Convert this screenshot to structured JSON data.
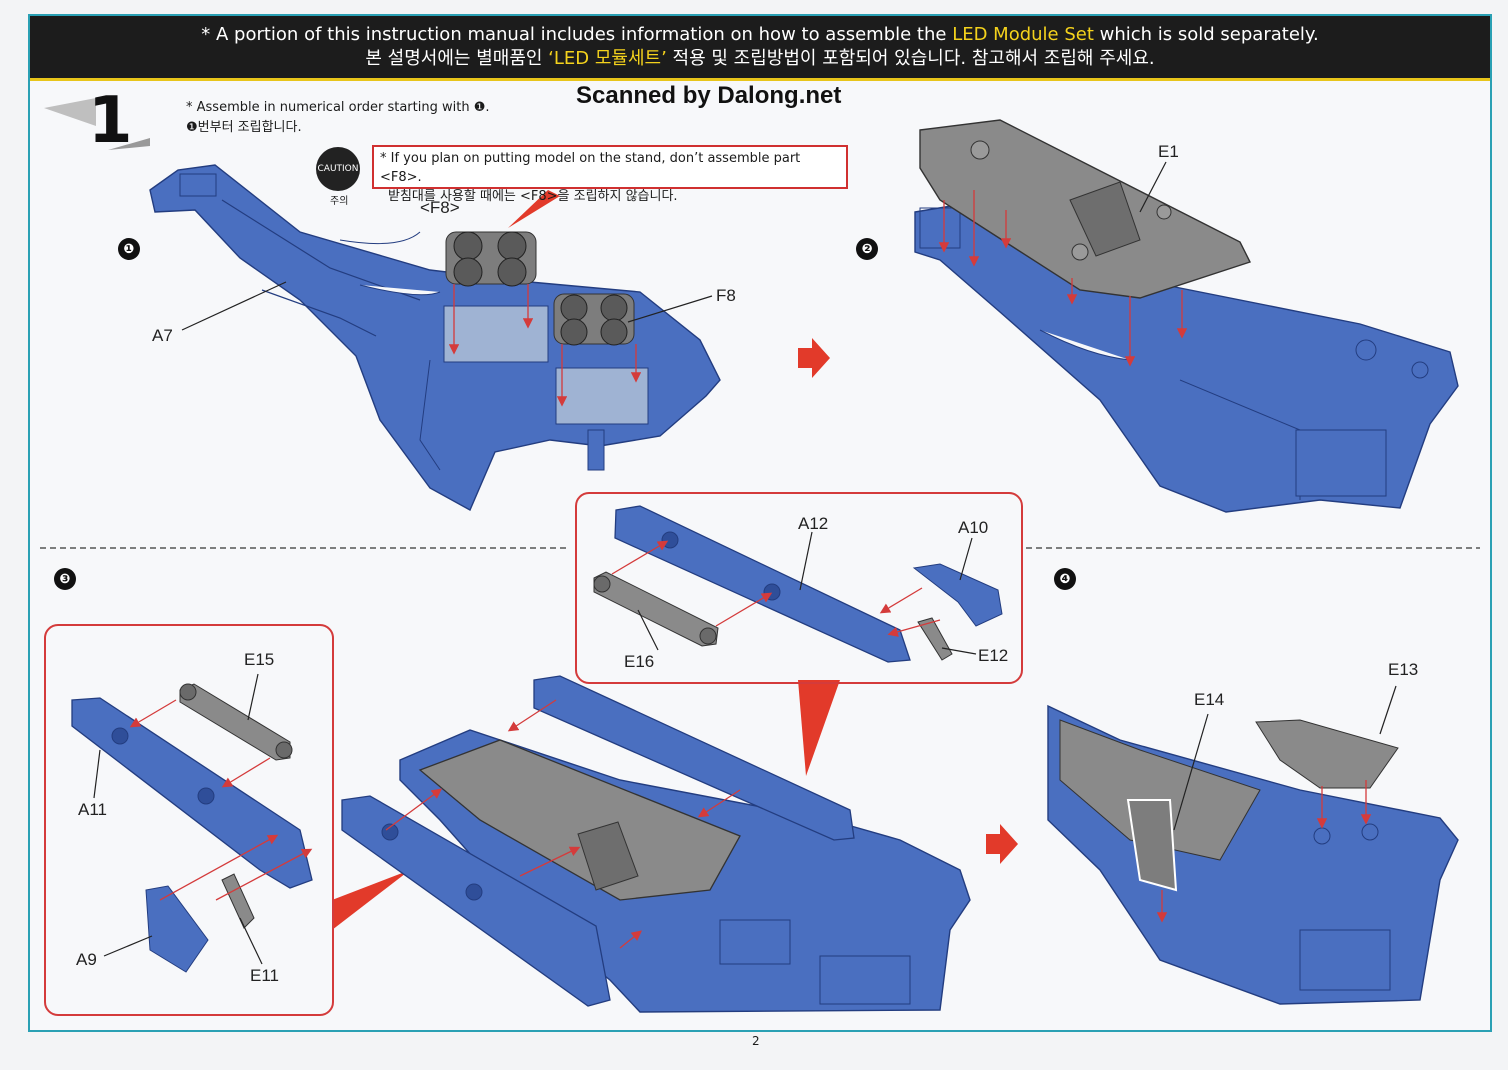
{
  "banner": {
    "line1_pre": "* A portion of this instruction manual includes information on how to assemble the ",
    "line1_highlight": "LED Module Set",
    "line1_post": " which is sold separately.",
    "line2_pre": "본 설명서에는 별매품인 ",
    "line2_highlight": "‘LED 모듈세트’",
    "line2_post": " 적용 및 조립방법이 포함되어 있습니다. 참고해서 조립해 주세요."
  },
  "step": {
    "number": "1"
  },
  "order_note": {
    "en": "* Assemble in numerical order starting with ❶.",
    "ko": "❶번부터 조립합니다."
  },
  "watermark": "Scanned by Dalong.net",
  "caution": {
    "badge": "CAUTION",
    "badge_sub": "주의",
    "en": "* If you plan on putting model on the stand, don’t assemble part <F8>.",
    "ko": "받침대를 사용할 때에는 <F8>을 조립하지 않습니다."
  },
  "substeps": [
    "❶",
    "❷",
    "❸",
    "❹"
  ],
  "parts": {
    "f8_bracket": "<F8>",
    "f8": "F8",
    "a7": "A7",
    "e1": "E1",
    "a12": "A12",
    "a10": "A10",
    "e16": "E16",
    "e12": "E12",
    "e15": "E15",
    "a11": "A11",
    "a9": "A9",
    "e11": "E11",
    "e13": "E13",
    "e14": "E14"
  },
  "page_number": "2",
  "colors": {
    "part_blue": "#4a6fc0",
    "part_blue_dark": "#2f4e99",
    "part_gray": "#8a8a8a",
    "part_gray_dark": "#5b5b5b",
    "callout_red": "#d43b3b",
    "arrow_red": "#e23a2a",
    "banner_yellow": "#f4d21c",
    "frame_teal": "#2aa0b4"
  }
}
